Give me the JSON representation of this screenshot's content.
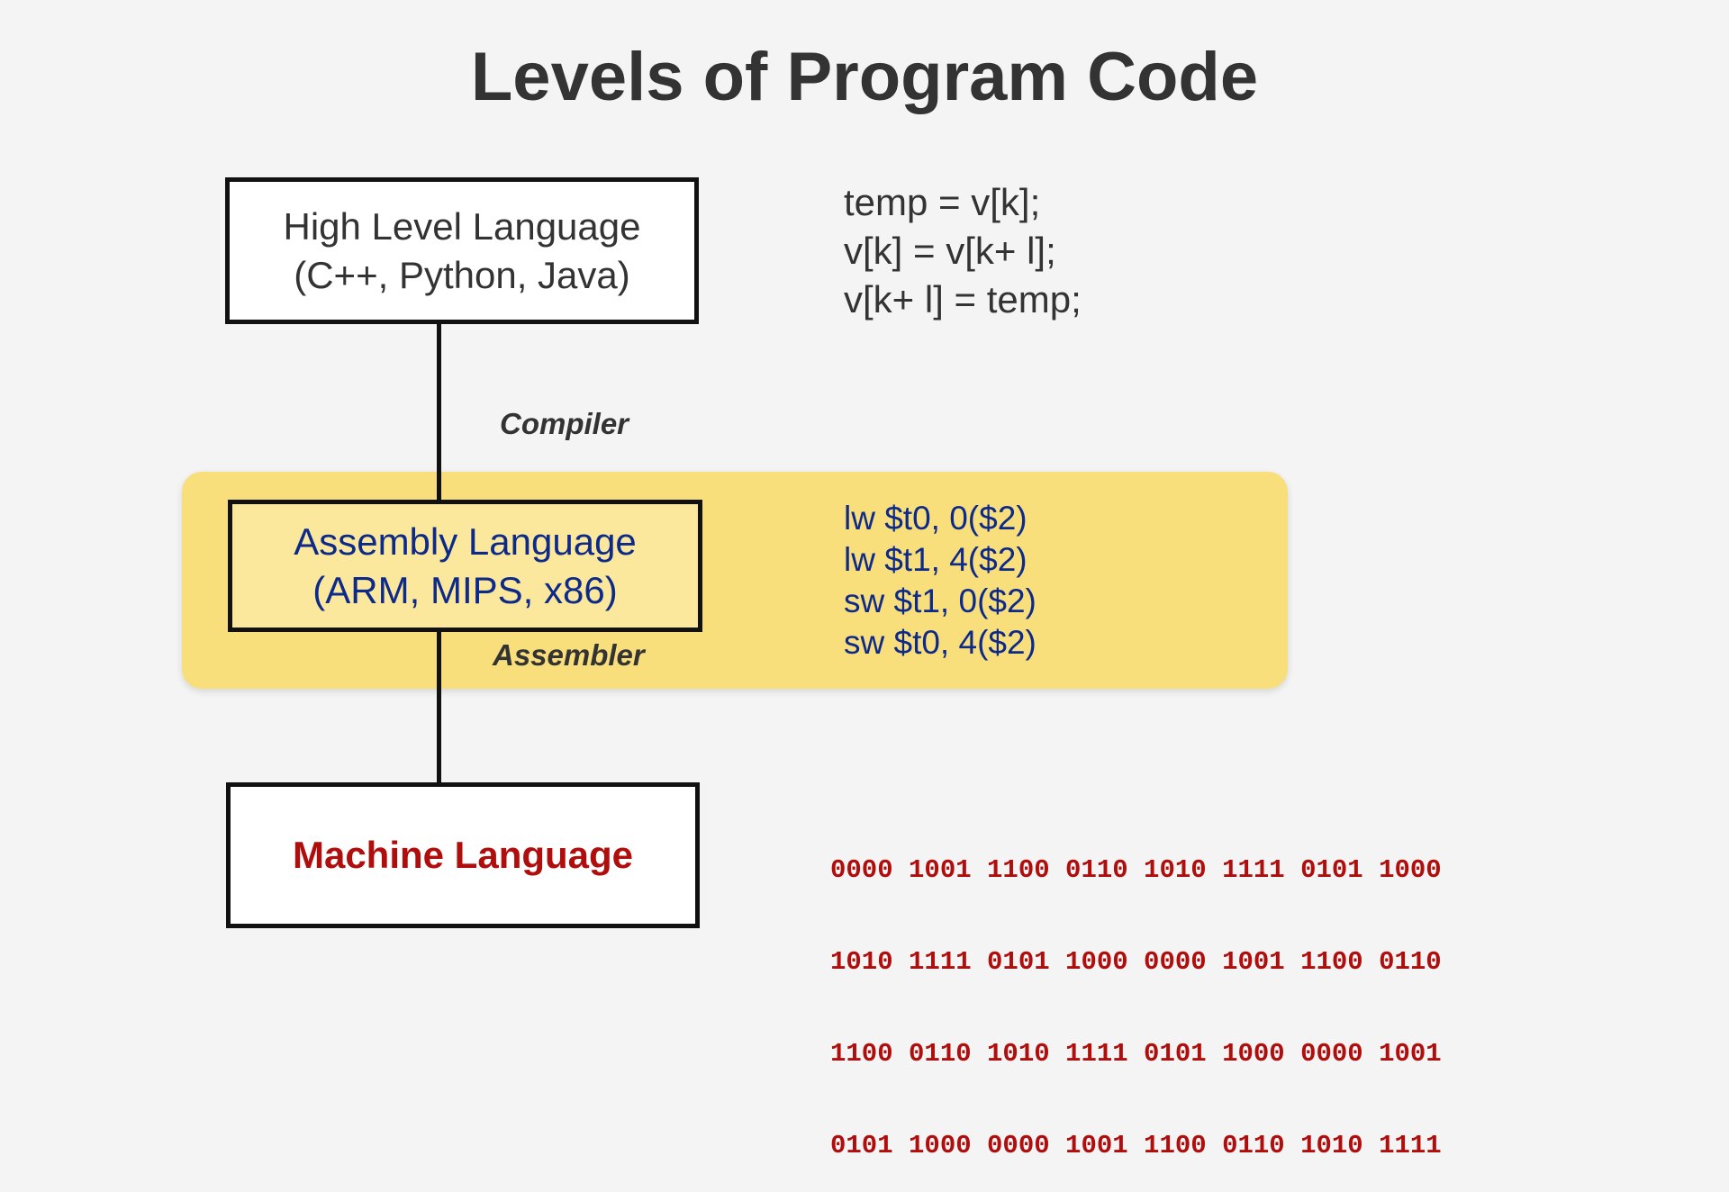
{
  "title": "Levels of Program Code",
  "levels": {
    "high": {
      "line1": "High Level Language",
      "line2": "(C++, Python, Java)"
    },
    "assembly": {
      "line1": "Assembly Language",
      "line2": "(ARM, MIPS, x86)"
    },
    "machine": {
      "line1": "Machine Language"
    }
  },
  "translators": {
    "compiler": "Compiler",
    "assembler": "Assembler"
  },
  "high_code": [
    "temp = v[k];",
    "v[k] = v[k+ l];",
    "v[k+ l] = temp;"
  ],
  "asm_code": [
    "lw $t0, 0($2)",
    "lw $t1, 4($2)",
    "sw $t1, 0($2)",
    "sw $t0, 4($2)"
  ],
  "machine_code": [
    "0000 1001 1100 0110 1010 1111 0101 1000",
    "1010 1111 0101 1000 0000 1001 1100 0110",
    "1100 0110 1010 1111 0101 1000 0000 1001",
    "0101 1000 0000 1001 1100 0110 1010 1111"
  ],
  "colors": {
    "highlight": "#f8df7c",
    "assembly": "#0d2a8a",
    "machine": "#b00d0d"
  }
}
